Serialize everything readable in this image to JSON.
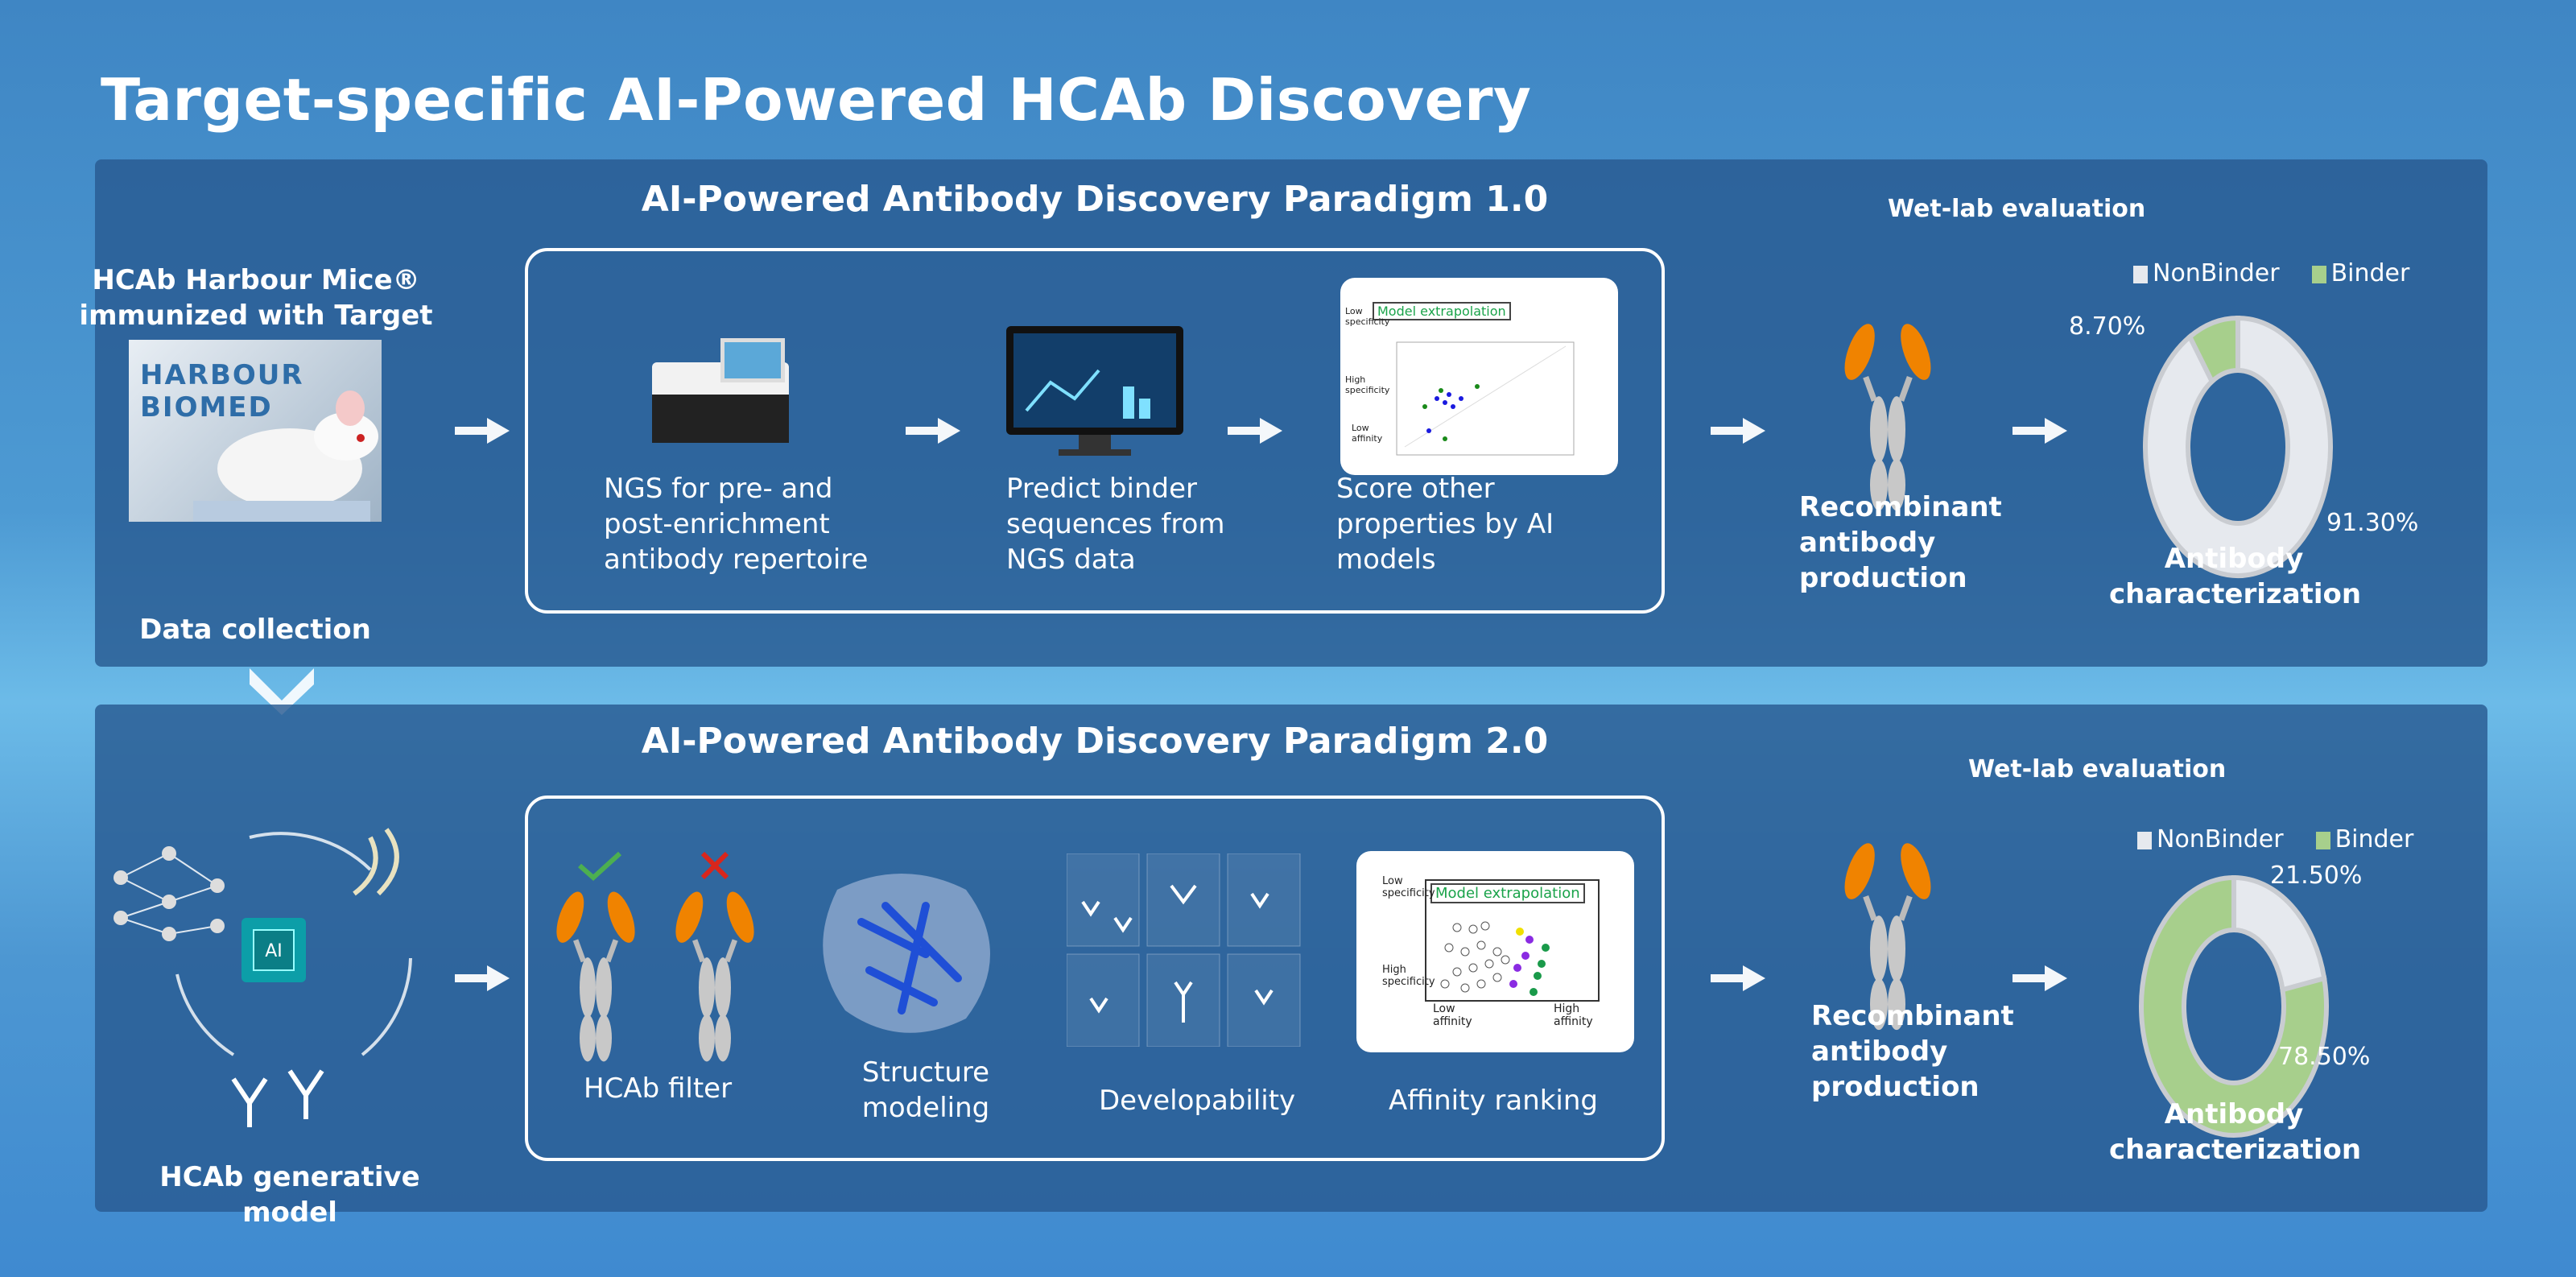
{
  "title": "Target-specific AI-Powered HCAb Discovery",
  "colors": {
    "nonbinder": "#e6e9ee",
    "binder": "#a7cf8c",
    "orange": "#f08300",
    "panel": "#2c5d94"
  },
  "paradigm1": {
    "title": "AI-Powered Antibody Discovery Paradigm 1.0",
    "source": {
      "label": "HCAb Harbour Mice® immunized with Target",
      "logo": "HARBOUR BIOMED",
      "caption": "Data collection"
    },
    "steps": [
      {
        "label": "NGS for pre- and post-enrichment antibody repertoire"
      },
      {
        "label": "Predict binder sequences from NGS data"
      },
      {
        "label": "Score other properties by AI models",
        "plot": {
          "box": "Model extrapolation",
          "y_top": "Low specificity",
          "y_bottom": "High specificity",
          "x_left": "Low affinity"
        }
      }
    ],
    "production": "Recombinant antibody production",
    "wetlab": {
      "title": "Wet-lab evaluation",
      "legend": [
        "NonBinder",
        "Binder"
      ],
      "nonbinder_pct": "91.30%",
      "binder_pct": "8.70%",
      "binder_value": 8.7,
      "caption": "Antibody characterization"
    }
  },
  "paradigm2": {
    "title": "AI-Powered Antibody Discovery Paradigm 2.0",
    "source": {
      "chip": "AI",
      "caption": "HCAb generative model"
    },
    "steps": [
      {
        "label": "HCAb filter"
      },
      {
        "label": "Structure modeling"
      },
      {
        "label": "Developability"
      },
      {
        "label": "Affinity ranking",
        "plot": {
          "box": "Model extrapolation",
          "y_top": "Low specificity",
          "y_bottom": "High specificity",
          "x_left": "Low affinity",
          "x_right": "High affinity"
        }
      }
    ],
    "production": "Recombinant antibody production",
    "wetlab": {
      "title": "Wet-lab evaluation",
      "legend": [
        "NonBinder",
        "Binder"
      ],
      "nonbinder_pct": "21.50%",
      "binder_pct": "78.50%",
      "binder_value": 78.5,
      "caption": "Antibody characterization"
    }
  }
}
